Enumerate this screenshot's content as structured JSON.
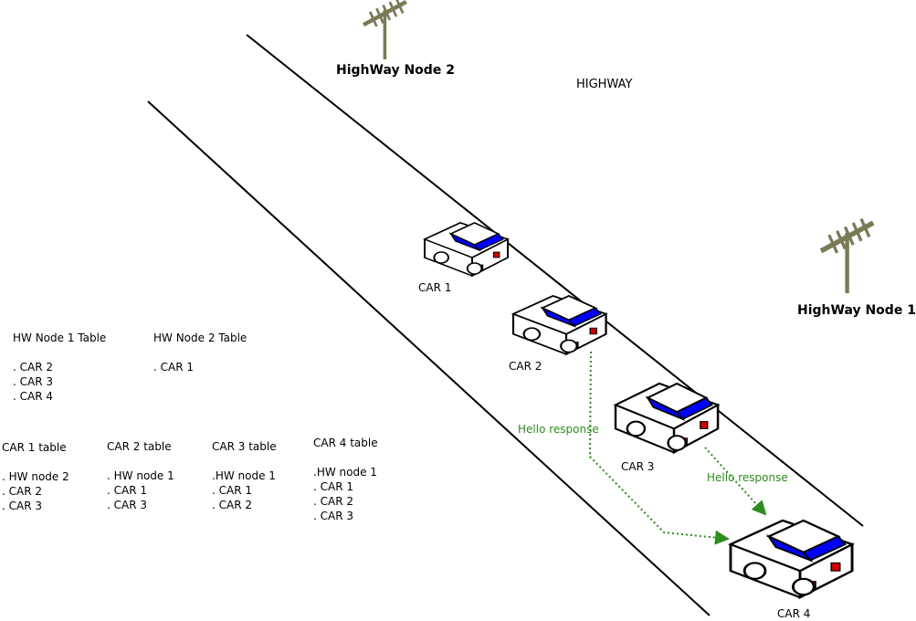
{
  "highway_label": "HIGHWAY",
  "nodes": {
    "node2": "HighWay Node 2",
    "node1": "HighWay Node 1"
  },
  "cars": [
    "CAR 1",
    "CAR 2",
    "CAR 3",
    "CAR 4"
  ],
  "messages": {
    "hello_1": "Hello response",
    "hello_2": "Hello response"
  },
  "tables": {
    "hw_node1": {
      "title": "HW Node 1 Table",
      "items": [
        ". CAR 2",
        ". CAR 3",
        ". CAR 4"
      ]
    },
    "hw_node2": {
      "title": "HW Node 2 Table",
      "items": [
        ". CAR 1"
      ]
    },
    "car1": {
      "title": "CAR 1 table",
      "items": [
        ". HW node 2",
        ". CAR 2",
        ". CAR 3"
      ]
    },
    "car2": {
      "title": "CAR 2 table",
      "items": [
        ". HW node 1",
        ". CAR 1",
        ". CAR 3"
      ]
    },
    "car3": {
      "title": "CAR 3 table",
      "items": [
        ".HW node 1",
        ". CAR 1",
        ". CAR 2"
      ]
    },
    "car4": {
      "title": "CAR 4 table",
      "items": [
        ".HW node 1",
        ". CAR 1",
        ". CAR 2",
        ". CAR 3"
      ]
    }
  },
  "colors": {
    "road": "#000000",
    "antenna": "#7a7a55",
    "car_window": "#0000ff",
    "tail_light": "#cc0000",
    "message_arrow": "#2e8b1e"
  }
}
